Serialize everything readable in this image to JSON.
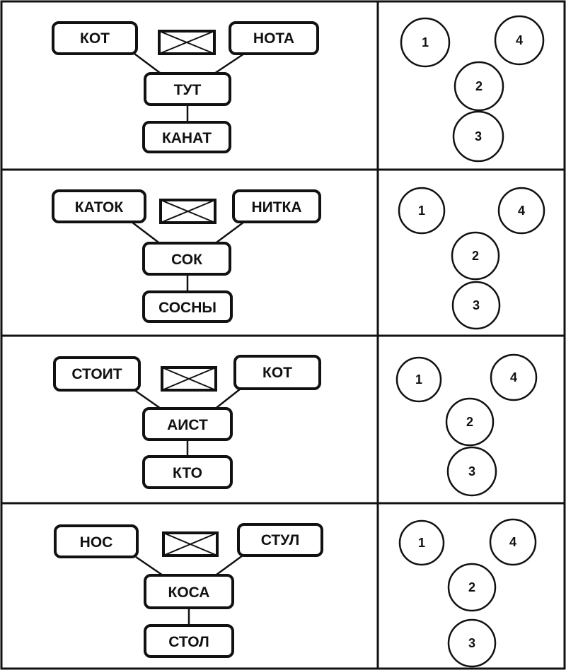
{
  "rows": [
    {
      "top_left": "КОТ",
      "top_right": "НОТА",
      "middle": "ТУТ",
      "bottom": "КАНАТ",
      "circles": [
        "1",
        "2",
        "3",
        "4"
      ]
    },
    {
      "top_left": "КАТОК",
      "top_right": "НИТКА",
      "middle": "СОК",
      "bottom": "СОСНЫ",
      "circles": [
        "1",
        "2",
        "3",
        "4"
      ]
    },
    {
      "top_left": "СТОИТ",
      "top_right": "КОТ",
      "middle": "АИСТ",
      "bottom": "КТО",
      "circles": [
        "1",
        "2",
        "3",
        "4"
      ]
    },
    {
      "top_left": "НОС",
      "top_right": "СТУЛ",
      "middle": "КОСА",
      "bottom": "СТОЛ",
      "circles": [
        "1",
        "2",
        "3",
        "4"
      ]
    }
  ]
}
